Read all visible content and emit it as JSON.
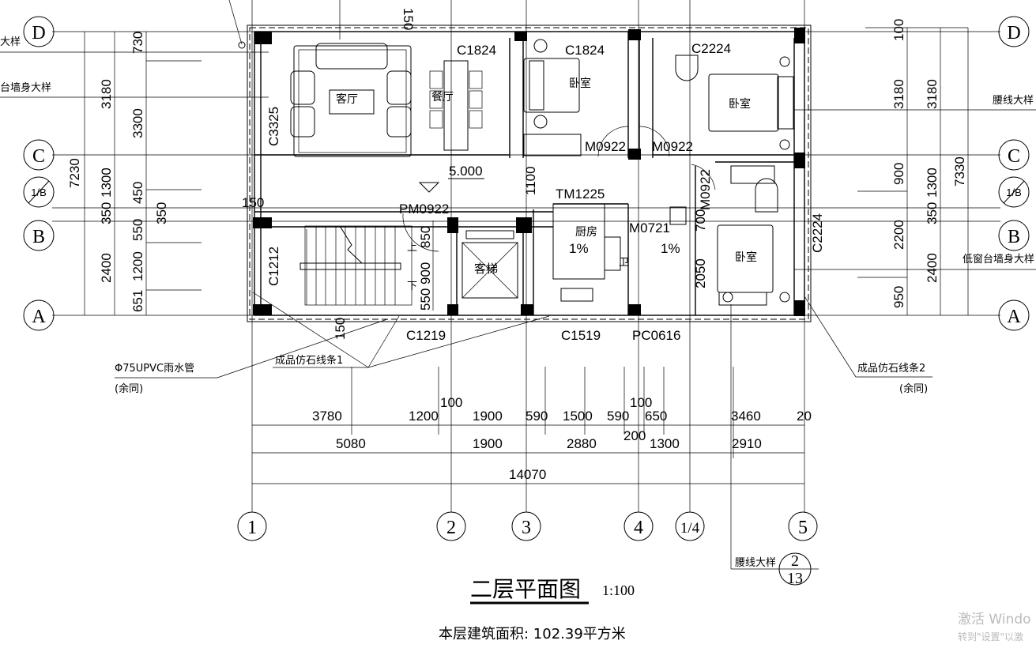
{
  "drawing": {
    "title": "二层平面图",
    "scale": "1:100",
    "area_note": "本层建筑面积: 102.39平方米"
  },
  "axes": {
    "vertical": [
      "1",
      "2",
      "3",
      "4",
      "1/4",
      "5"
    ],
    "horizontal": [
      "D",
      "C",
      "1/B",
      "B",
      "A"
    ]
  },
  "rooms": {
    "living": "客厅",
    "dining": "餐厅",
    "bedroom1": "卧室",
    "bedroom2": "卧室",
    "bedroom3": "卧室",
    "kitchen": "厨房",
    "kitchen_slope": "1%",
    "elevator": "客梯",
    "bath": "卫",
    "bath_slope": "1%",
    "stair_up": "上",
    "stair_down": "下"
  },
  "openings": {
    "c1824_a": "C1824",
    "c1824_b": "C1824",
    "c2224_top": "C2224",
    "c3325": "C3325",
    "m0922_a": "M0922",
    "m0922_b": "M0922",
    "m0922_c": "M0922",
    "pm0922": "PM0922",
    "tm1225": "TM1225",
    "m0721": "M0721",
    "c1212": "C1212",
    "c2224_right": "C2224",
    "c1219": "C1219",
    "c1519": "C1519",
    "pc0616": "PC0616"
  },
  "elevation": "5.000",
  "dims": {
    "left_outer": "7230",
    "left_mid": [
      "3180",
      "1300",
      "350",
      "2400"
    ],
    "left_inner": [
      "730",
      "3300",
      "450",
      "350",
      "550",
      "1200",
      "651"
    ],
    "right_inner": [
      "100",
      "3180",
      "900",
      "2200",
      "950"
    ],
    "right_mid": [
      "3180",
      "1300",
      "350",
      "2400"
    ],
    "right_outer": "7330",
    "bottom_row1": [
      "3780",
      "1200",
      "100",
      "1900",
      "590",
      "1500",
      "590",
      "100",
      "650",
      "3460",
      "20"
    ],
    "bottom_row2": [
      "5080",
      "1900",
      "2880",
      "200",
      "1300",
      "2910"
    ],
    "bottom_total": "14070",
    "interior": {
      "d150_top": "150",
      "d150_left": "150",
      "d150_bottom": "150",
      "d1100": "1100",
      "d850": "850",
      "d900": "900",
      "d550": "550",
      "d700": "700",
      "d2050": "2050"
    }
  },
  "callouts": {
    "detail_left_top": "大样",
    "detail_left_sill": "台墙身大样",
    "waist_right": "腰线大样",
    "low_sill_right": "低窗台墙身大样",
    "downpipe": "Φ75UPVC雨水管",
    "same_left": "(余同)",
    "stone1": "成品仿石线条1",
    "stone2": "成品仿石线条2",
    "same_right": "(余同)",
    "waist_bottom": "腰线大样",
    "waist_ref_num": "2",
    "waist_ref_sheet": "13"
  },
  "watermark": {
    "line1": "激活 Windo",
    "line2": "转到\"设置\"以激"
  }
}
